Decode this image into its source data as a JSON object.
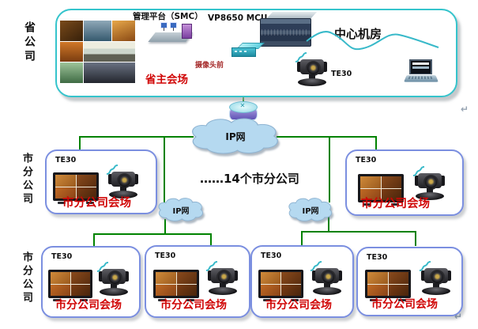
{
  "labels": {
    "province_company": "省公司",
    "city_branch_mid": "市分公司",
    "city_branch_bottom": "市分公司"
  },
  "province_box": {
    "management_platform": "管理平台（SMC）",
    "mcu_model": "VP8650 MCU",
    "central_room": "中心机房",
    "camera_front": "摄像头前",
    "province_main_venue": "省主会场",
    "te30": "TE30"
  },
  "network": {
    "main_cloud": "IP网",
    "left_cloud": "IP网",
    "right_cloud": "IP网",
    "branch_note": "……14个市分公司"
  },
  "branches": [
    {
      "te30": "TE30",
      "venue": "市分公司会场"
    },
    {
      "te30": "TE30",
      "venue": "市分公司会场"
    },
    {
      "te30": "TE30",
      "venue": "市分公司会场"
    },
    {
      "te30": "TE30",
      "venue": "市分公司会场"
    },
    {
      "te30": "TE30",
      "venue": "市分公司会场"
    },
    {
      "te30": "TE30",
      "venue": "市分公司会场"
    }
  ],
  "marks": {
    "return_mid": "↵",
    "return_bottom": "↵"
  },
  "icons": {
    "collage": "venue-photos-collage",
    "smc": "smc-platform-icon",
    "mcu": "mcu-rack-icon",
    "switch": "ethernet-switch-icon",
    "router": "router-icon",
    "camera": "te30-camera-icon",
    "tv": "tv-monitor-icon",
    "laptop": "laptop-icon",
    "cloud": "ip-cloud-icon"
  },
  "colors": {
    "connector_green": "#008200",
    "province_border": "#35c4cc",
    "branch_border": "#7b8fe0",
    "venue_red": "#d00505",
    "camera_front_red": "#a52a2a",
    "cloud_fill": "#b5d9f0"
  }
}
